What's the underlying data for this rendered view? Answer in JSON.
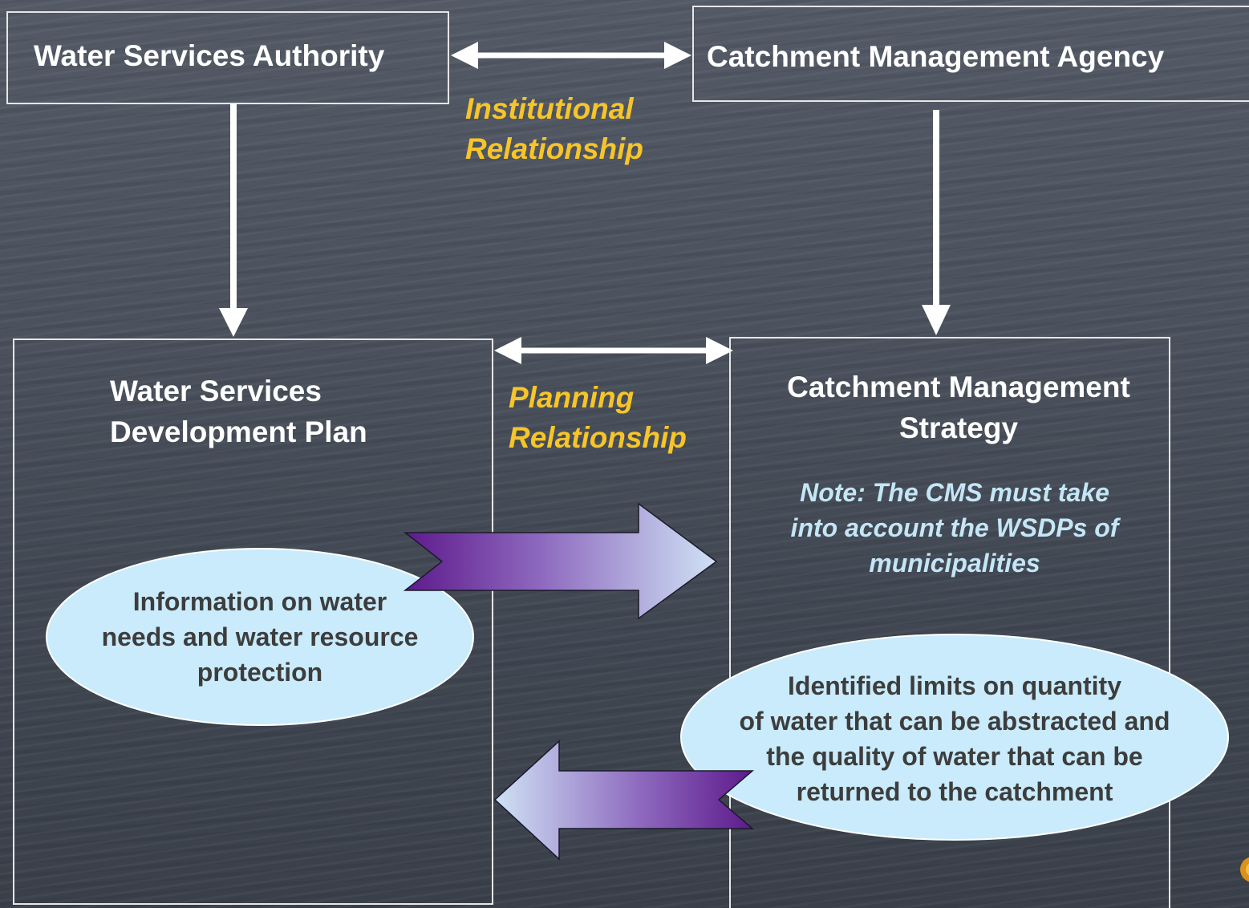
{
  "wsa": {
    "title": "Water Services Authority"
  },
  "cma": {
    "title": "Catchment Management Agency"
  },
  "institutional": {
    "line1": "Institutional",
    "line2": "Relationship"
  },
  "wsdp": {
    "line1": "Water Services",
    "line2": "Development Plan"
  },
  "planning": {
    "line1": "Planning",
    "line2": "Relationship"
  },
  "cms": {
    "line1": "Catchment Management",
    "line2": "Strategy",
    "note_line1": "Note:  The CMS must take",
    "note_line2": "into account the WSDPs of",
    "note_line3": "municipalities"
  },
  "info_ellipse": {
    "line1": "Information on water",
    "line2": "needs and water resource",
    "line3": "protection"
  },
  "limits_ellipse": {
    "line1": "Identified limits on quantity",
    "line2": "of water that can be abstracted and",
    "line3": "the quality of water that can be",
    "line4": "returned to the catchment"
  },
  "colors": {
    "box_border": "#e6e6e6",
    "relationship_text": "#f7c529",
    "note_text": "#c4e6f6",
    "ellipse_fill": "#c9ebfb",
    "arrow_purple": "#5e1a8c",
    "arrow_light": "#c6dbf2"
  }
}
